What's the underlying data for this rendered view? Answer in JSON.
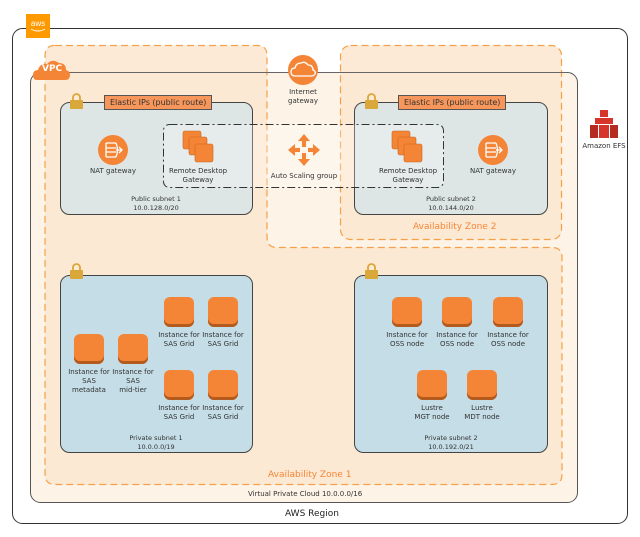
{
  "region": {
    "logo": "aws",
    "label": "AWS Region"
  },
  "vpc": {
    "badge": "VPC",
    "label": "Virtual Private Cloud 10.0.0.0/16"
  },
  "internet_gateway": {
    "icon": "cloud-icon",
    "label_line1": "Internet",
    "label_line2": "gateway"
  },
  "efs": {
    "icon": "efs-icon",
    "label": "Amazon EFS"
  },
  "availability_zones": [
    {
      "label": "Availability Zone 1"
    },
    {
      "label": "Availability Zone 2"
    }
  ],
  "auto_scaling_group": {
    "label": "Auto Scaling group",
    "icon": "auto-scaling-icon"
  },
  "public_subnets": [
    {
      "name": "Public subnet 1",
      "cidr": "10.0.128.0/20",
      "elastic_ips": "Elastic IPs (public route)",
      "nat": "NAT gateway",
      "rdg_line1": "Remote Desktop",
      "rdg_line2": "Gateway"
    },
    {
      "name": "Public subnet 2",
      "cidr": "10.0.144.0/20",
      "elastic_ips": "Elastic IPs (public route)",
      "nat": "NAT gateway",
      "rdg_line1": "Remote Desktop",
      "rdg_line2": "Gateway"
    }
  ],
  "private_subnets": [
    {
      "name": "Private subnet 1",
      "cidr": "10.0.0.0/19",
      "instances": [
        {
          "l1": "Instance for",
          "l2": "SAS",
          "l3": "metadata"
        },
        {
          "l1": "Instance for",
          "l2": "SAS",
          "l3": "mid-tier"
        },
        {
          "l1": "Instance for",
          "l2": "SAS Grid"
        },
        {
          "l1": "Instance for",
          "l2": "SAS Grid"
        },
        {
          "l1": "Instance for",
          "l2": "SAS Grid"
        },
        {
          "l1": "Instance for",
          "l2": "SAS Grid"
        }
      ]
    },
    {
      "name": "Private subnet 2",
      "cidr": "10.0.192.0/21",
      "instances": [
        {
          "l1": "Instance for",
          "l2": "OSS node"
        },
        {
          "l1": "Instance for",
          "l2": "OSS node"
        },
        {
          "l1": "Instance for",
          "l2": "OSS node"
        },
        {
          "l1": "Lustre",
          "l2": "MGT node"
        },
        {
          "l1": "Lustre",
          "l2": "MDT node"
        }
      ]
    }
  ],
  "colors": {
    "aws_orange": "#f90",
    "compute_orange": "#f58536",
    "az_fill": "#fbe7d2",
    "az_border": "#f5a04a",
    "public_subnet_fill": "#dde6e4",
    "private_subnet_fill": "#c4dde6",
    "lock": "#d9a73a",
    "efs_red": "#d6352c"
  }
}
